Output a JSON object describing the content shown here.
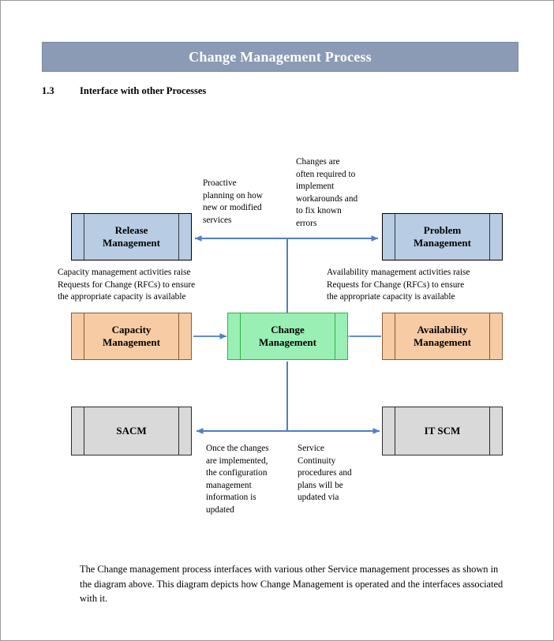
{
  "document": {
    "banner_title": "Change Management Process",
    "section_number": "1.3",
    "section_title": "Interface with other Processes",
    "footer_paragraph": "The Change management process interfaces with various other Service management processes as shown in the diagram above. This diagram depicts how Change Management is operated and the interfaces associated with it."
  },
  "colors": {
    "banner_fill": "#8B9AB5",
    "banner_text": "#FFFFFF",
    "box_blue_fill": "#B8CCE4",
    "box_peach_fill": "#F7CBA4",
    "box_gray_fill": "#D9D9D9",
    "box_green_fill": "#9AEFB4",
    "connector_blue": "#4F7FC1",
    "page_border": "#9A9A9A"
  },
  "diagram": {
    "boxes": [
      {
        "id": "release",
        "label": "Release\nManagement",
        "theme": "blue"
      },
      {
        "id": "problem",
        "label": "Problem\nManagement",
        "theme": "blue"
      },
      {
        "id": "capacity",
        "label": "Capacity\nManagement",
        "theme": "peach"
      },
      {
        "id": "change",
        "label": "Change\nManagement",
        "theme": "green"
      },
      {
        "id": "availability",
        "label": "Availability\nManagement",
        "theme": "peach"
      },
      {
        "id": "sacm",
        "label": "SACM",
        "theme": "gray"
      },
      {
        "id": "itscm",
        "label": "IT SCM",
        "theme": "gray"
      }
    ],
    "annotations": [
      {
        "id": "release-note",
        "text": "Proactive\nplanning on how\nnew or modified\nservices"
      },
      {
        "id": "problem-note",
        "text": "Changes are\noften required to\nimplement\nworkarounds and\nto fix known\nerrors"
      },
      {
        "id": "capacity-note",
        "text": "Capacity management activities raise\nRequests for Change (RFCs) to ensure\nthe appropriate capacity is available"
      },
      {
        "id": "availability-note",
        "text": "Availability management activities raise\nRequests for Change (RFCs) to ensure\nthe appropriate capacity is available"
      },
      {
        "id": "sacm-note",
        "text": "Once the changes\nare implemented,\nthe configuration\nmanagement\ninformation is\nupdated"
      },
      {
        "id": "itscm-note",
        "text": "Service\nContinuity\nprocedures and\nplans will be\nupdated via\n·"
      }
    ],
    "connectors": [
      {
        "id": "release-problem-link",
        "kind": "double-arrow-horizontal"
      },
      {
        "id": "top-to-change-link",
        "kind": "line-vertical"
      },
      {
        "id": "capacity-to-change",
        "kind": "arrow-right"
      },
      {
        "id": "availability-to-change",
        "kind": "arrow-left"
      },
      {
        "id": "change-to-bottom-link",
        "kind": "line-vertical"
      },
      {
        "id": "sacm-itscm-link",
        "kind": "double-arrow-horizontal"
      }
    ]
  }
}
